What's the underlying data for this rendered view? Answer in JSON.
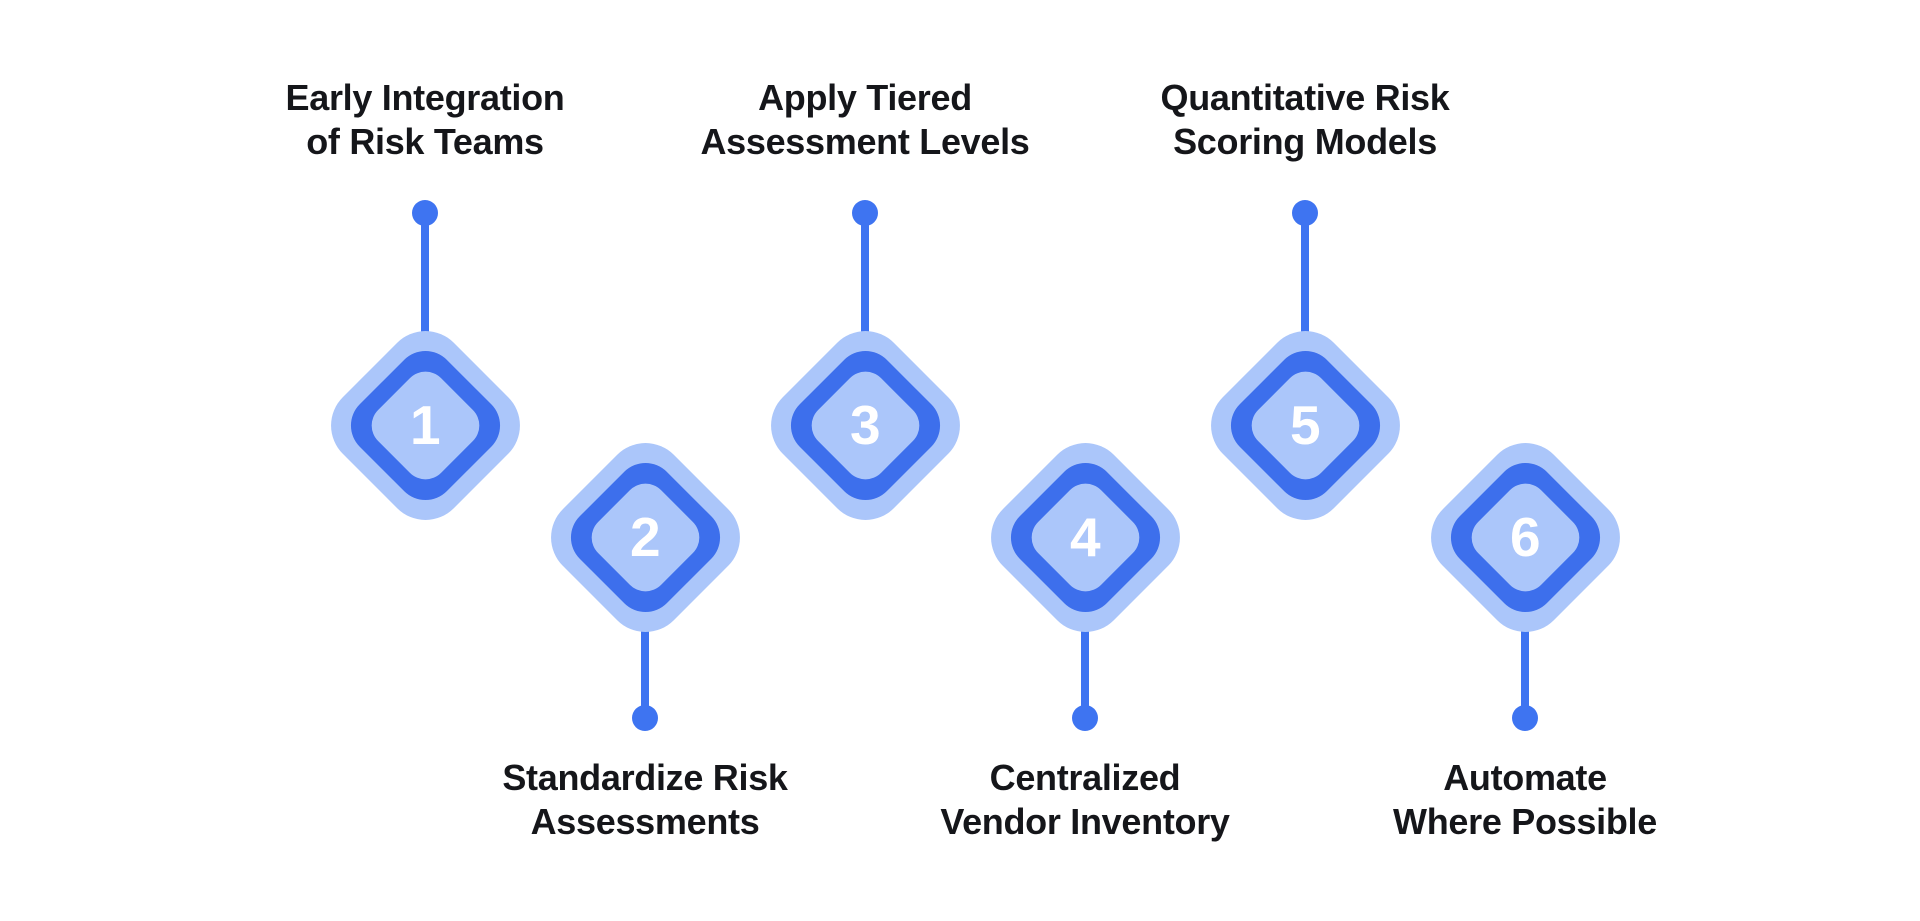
{
  "colors": {
    "background": "#ffffff",
    "light_blue": "#abc6fa",
    "dark_blue": "#3d6fec",
    "connector_blue": "#3e74f1",
    "number_white": "#ffffff",
    "label_text": "#15161a"
  },
  "steps": [
    {
      "number": "1",
      "label_line1": "Early Integration",
      "label_line2": "of Risk Teams",
      "label_position": "top"
    },
    {
      "number": "2",
      "label_line1": "Standardize Risk",
      "label_line2": "Assessments",
      "label_position": "bottom"
    },
    {
      "number": "3",
      "label_line1": "Apply Tiered",
      "label_line2": "Assessment Levels",
      "label_position": "top"
    },
    {
      "number": "4",
      "label_line1": "Centralized",
      "label_line2": "Vendor Inventory",
      "label_position": "bottom"
    },
    {
      "number": "5",
      "label_line1": "Quantitative Risk",
      "label_line2": "Scoring Models",
      "label_position": "top"
    },
    {
      "number": "6",
      "label_line1": "Automate",
      "label_line2": "Where Possible",
      "label_position": "bottom"
    }
  ]
}
